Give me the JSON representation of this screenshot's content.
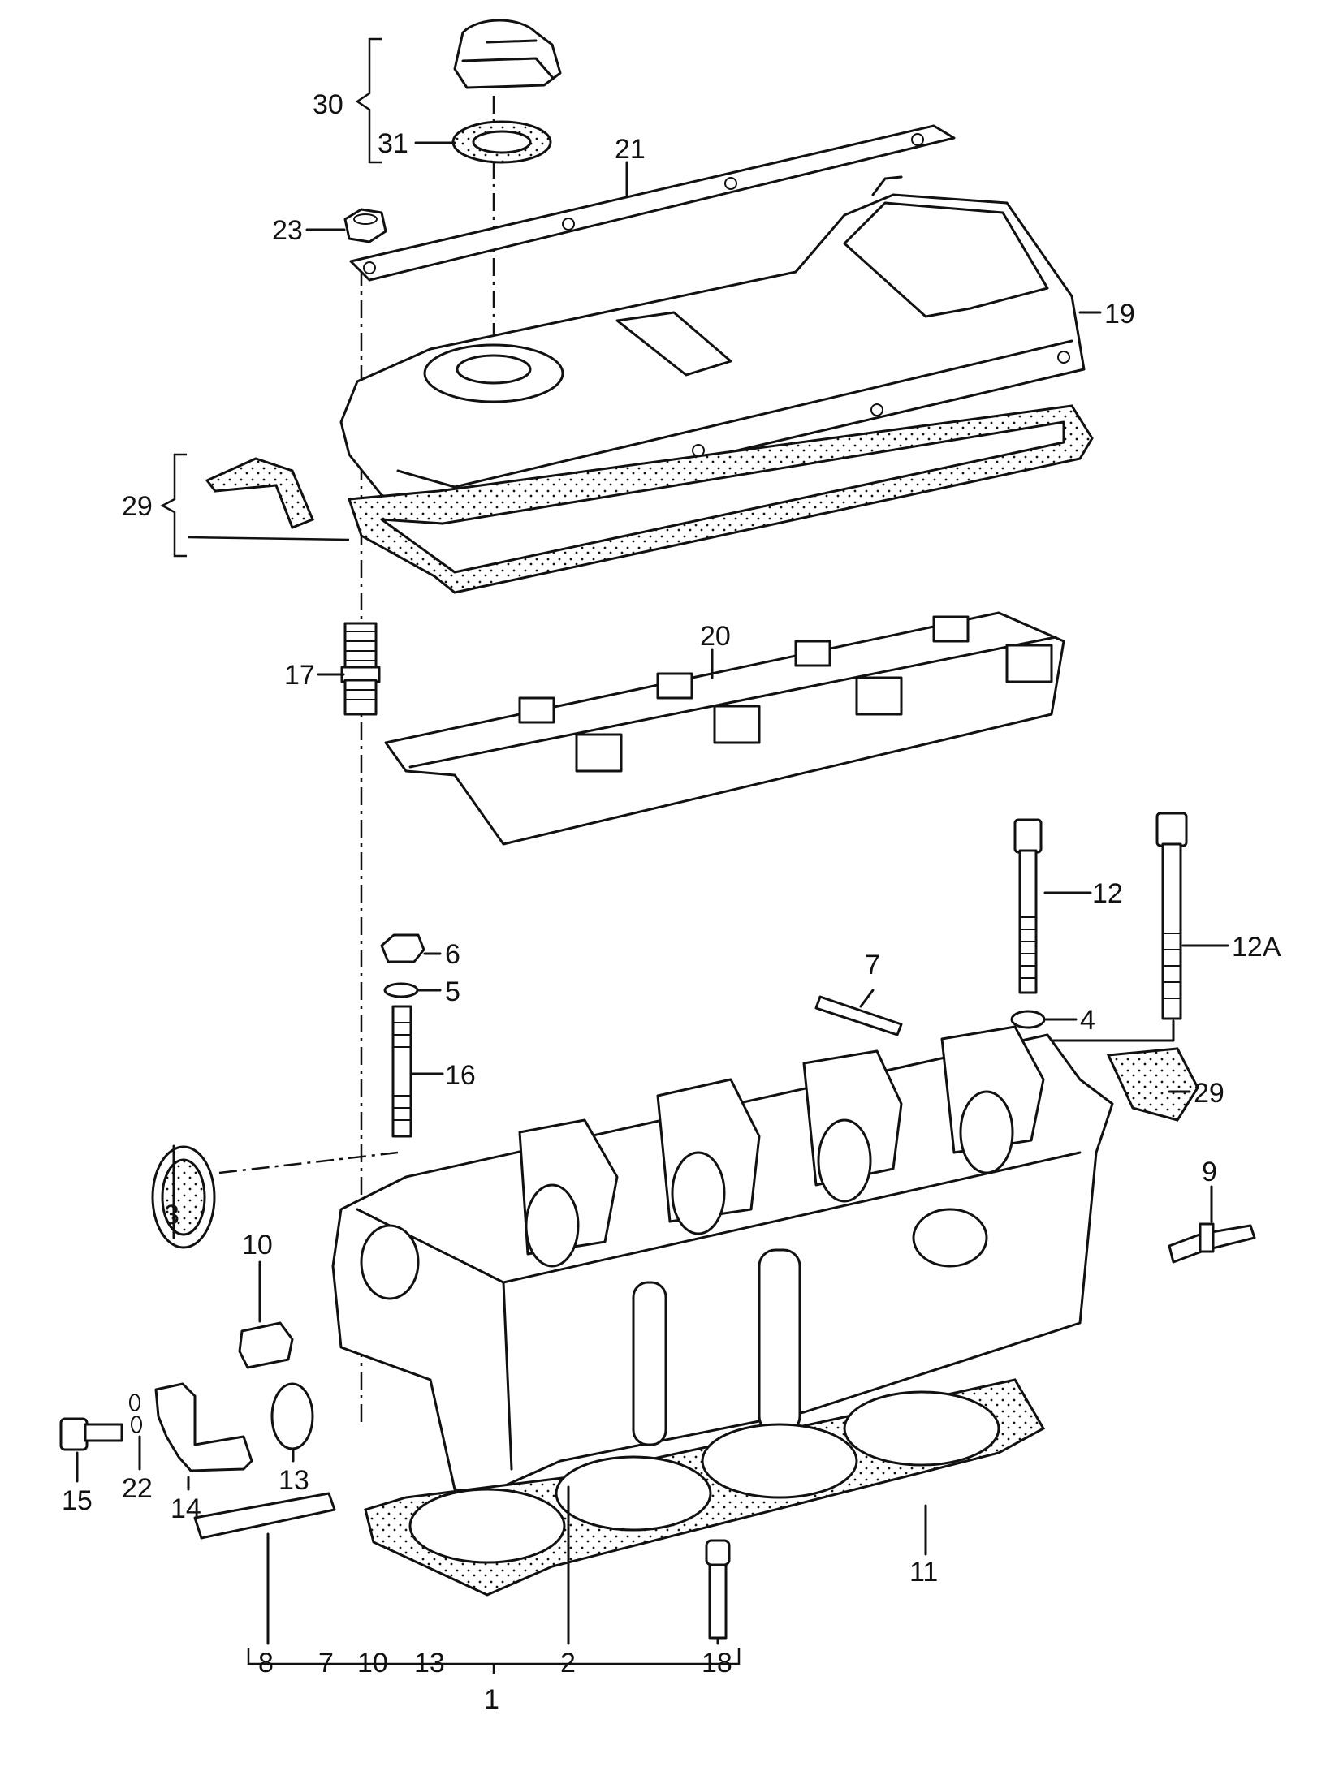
{
  "callouts": {
    "c30": "30",
    "c31": "31",
    "c21": "21",
    "c23": "23",
    "c19": "19",
    "c29a": "29",
    "c20": "20",
    "c17": "17",
    "c12": "12",
    "c12a": "12A",
    "c7top": "7",
    "c6": "6",
    "c5": "5",
    "c16": "16",
    "c4": "4",
    "c29b": "29",
    "c3": "3",
    "c10top": "10",
    "c9": "9",
    "c15": "15",
    "c22": "22",
    "c14": "14",
    "c13top": "13",
    "c11": "11",
    "c8": "8",
    "c7bot": "7",
    "c10bot": "10",
    "c13bot": "13",
    "c2": "2",
    "c18": "18",
    "c1": "1"
  }
}
